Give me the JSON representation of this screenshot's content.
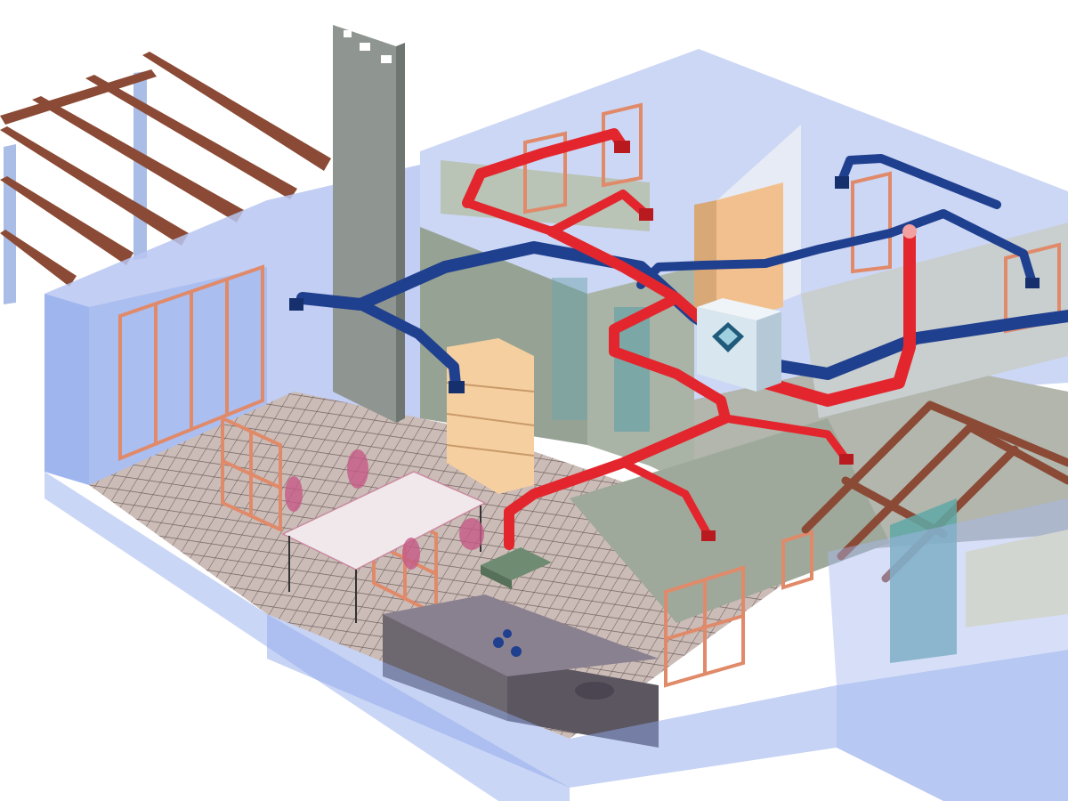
{
  "colors": {
    "background": "#ffffff",
    "glass_wall": "#9fb5ee",
    "glass_wall_dark": "#7f99e0",
    "floor": "#c9b9b4",
    "floor_grid": "#6d5d5b",
    "interior_wall": "#9ba89a",
    "chimney": "#8f9590",
    "timber": "#8a4a35",
    "supply_duct": "#e3262d",
    "extract_duct": "#1f3f8f",
    "window_frame": "#e08a6a",
    "cabinet": "#f2c08e",
    "recuperator": "#d8e6ef",
    "counter": "#6d6870",
    "hood": "#6f8c72"
  },
  "icons": {
    "ventilation_unit": "heat-recovery-unit",
    "kitchen_hood": "range-hood",
    "roof_truss": "roof-truss",
    "pergola": "pergola-beams"
  }
}
